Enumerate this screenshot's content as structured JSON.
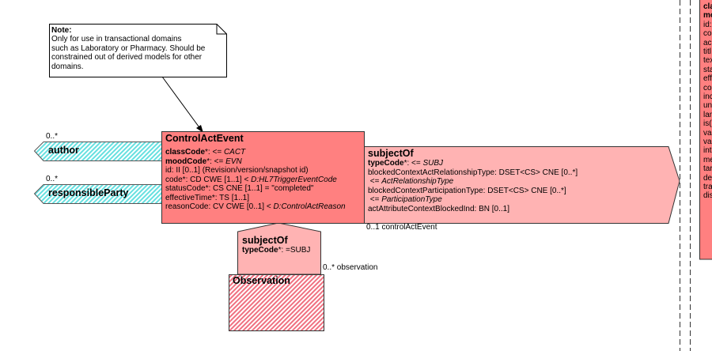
{
  "note": {
    "heading": "Note:",
    "lines": [
      "Only for use in transactional domains",
      "such as Laboratory or Pharmacy.  Should be",
      "constrained out of derived models for other",
      "domains."
    ]
  },
  "control_act_event": {
    "title": "ControlActEvent",
    "attributes": [
      {
        "name": "classCode",
        "rest": "*: <= ",
        "value": "CACT"
      },
      {
        "name": "moodCode",
        "rest": "*: <= ",
        "value": "EVN"
      },
      {
        "text": "id: II [0..1] (Revision/version/snapshot id)"
      },
      {
        "text": "code*: CD CWE [1..1] < ",
        "value": "D:HL7TriggerEventCode"
      },
      {
        "text": "statusCode*: CS CNE [1..1] = \"completed\""
      },
      {
        "text": "effectiveTime*: TS [1..1]"
      },
      {
        "text": "reasonCode: CV CWE [0..1] < ",
        "value": "D:ControlActReason"
      }
    ],
    "color": "#ff8080"
  },
  "author": {
    "label": "author",
    "cardinality": "0..*"
  },
  "responsible_party": {
    "label": "responsibleParty",
    "cardinality": "0..*"
  },
  "subject_of_right": {
    "title": "subjectOf",
    "type_code_name": "typeCode",
    "type_code_rest": "*: <= ",
    "type_code_value": "SUBJ",
    "line1": "blockedContextActRelationshipType: DSET<CS> CNE [0..*]",
    "line2": " <= ",
    "line2_value": "ActRelationshipType",
    "line3": "blockedContextParticipationType: DSET<CS> CNE [0..*]",
    "line4": " <= ",
    "line4_value": "ParticipationType",
    "line5": "actAttributeContextBlockedInd: BN [0..1]",
    "target": "0..1 controlActEvent",
    "color": "#ffb3b3"
  },
  "subject_of_bottom": {
    "title": "subjectOf",
    "type_code_name": "typeCode",
    "type_code_rest": "*: =SUBJ",
    "target": "0..* observation"
  },
  "observation": {
    "title": "Observation"
  },
  "right_partial_box": {
    "lines": [
      "cla",
      "mo",
      "id:",
      "co",
      "ac",
      "titl",
      "tex",
      "sta",
      "eff",
      "co",
      "inc",
      "un",
      "lan",
      "is(",
      "va",
      "va",
      "int",
      "me",
      "tar",
      "de",
      "tra",
      "dis"
    ]
  }
}
